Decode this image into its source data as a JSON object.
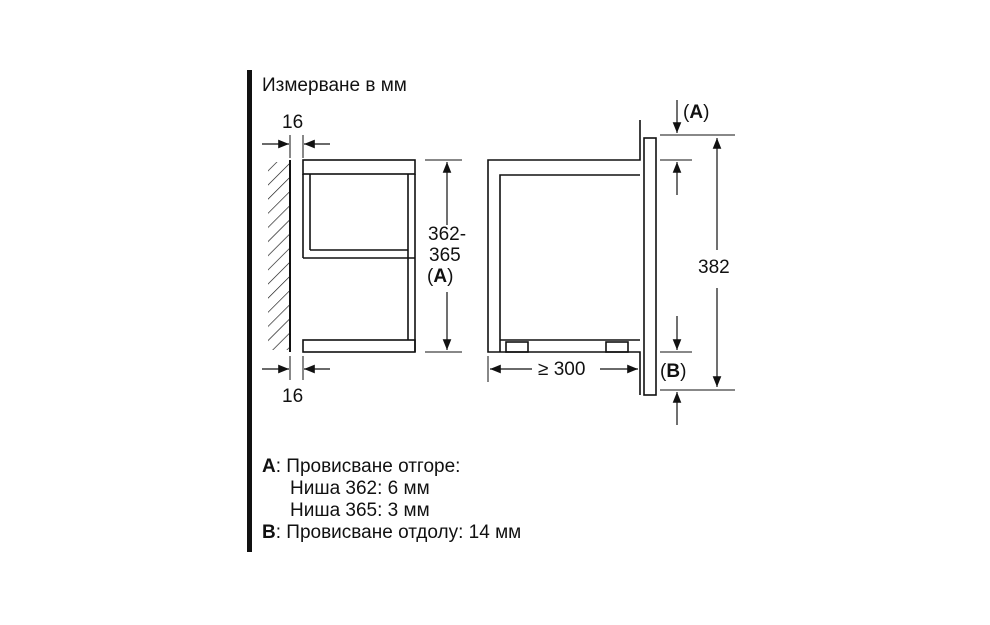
{
  "title": "Измерване в мм",
  "dims": {
    "gap_top": "16",
    "gap_bottom": "16",
    "niche_height_line1": "362-",
    "niche_height_line2": "365",
    "niche_height_ref_open": "(",
    "niche_height_ref": "A",
    "niche_height_ref_close": ")",
    "depth": "≥ 300",
    "front_height": "382",
    "ref_a_open": "(",
    "ref_a": "A",
    "ref_a_close": ")",
    "ref_b_open": "(",
    "ref_b": "B",
    "ref_b_close": ")"
  },
  "legend": {
    "a_key": "A",
    "a_text": ": Провисване отгоре:",
    "a_line2": "Ниша 362: 6 мм",
    "a_line3": "Ниша 365: 3 мм",
    "b_key": "B",
    "b_text": ": Провисване отдолу: 14 мм"
  }
}
